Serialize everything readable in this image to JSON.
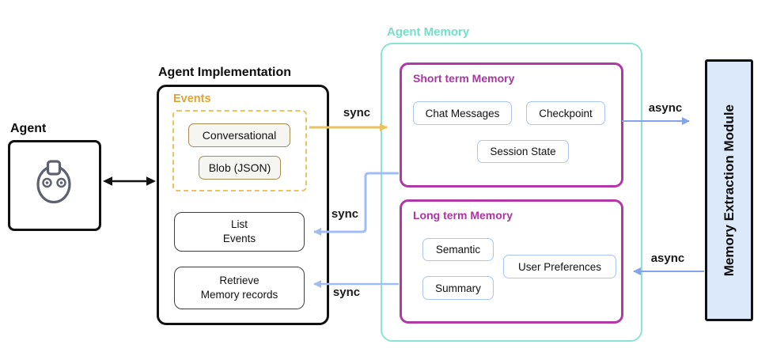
{
  "colors": {
    "events_gold": "#DFA42F",
    "gold_arrow": "#EAC25E",
    "gold_chip_border": "#A38C4F",
    "teal_border": "#8BE3D1",
    "teal_title": "#74DFC7",
    "magenta_border": "#B038A7",
    "blue_chip_border": "#A9C6F3",
    "sync_arrow_blue": "#9FBDF4",
    "async_arrow_blue": "#84A3EC",
    "module_background": "#DCE9FA",
    "robot_icon": "#5C6070"
  },
  "agent": {
    "title": "Agent"
  },
  "implementation": {
    "title": "Agent Implementation",
    "events": {
      "label": "Events",
      "conversational": "Conversational",
      "blob": "Blob (JSON)"
    },
    "list_events": {
      "line1": "List",
      "line2": "Events"
    },
    "retrieve": {
      "line1": "Retrieve",
      "line2": "Memory records"
    }
  },
  "memory": {
    "title": "Agent Memory",
    "short_term": {
      "title": "Short term Memory",
      "chips": [
        "Chat Messages",
        "Checkpoint",
        "Session State"
      ]
    },
    "long_term": {
      "title": "Long term Memory",
      "chips": [
        "Semantic",
        "User Preferences",
        "Summary"
      ]
    }
  },
  "extraction": {
    "title": "Memory Extraction Module"
  },
  "labels": {
    "sync_events": "sync",
    "sync_list": "sync",
    "sync_retrieve": "sync",
    "async_to_module": "async",
    "async_from_module": "async"
  }
}
